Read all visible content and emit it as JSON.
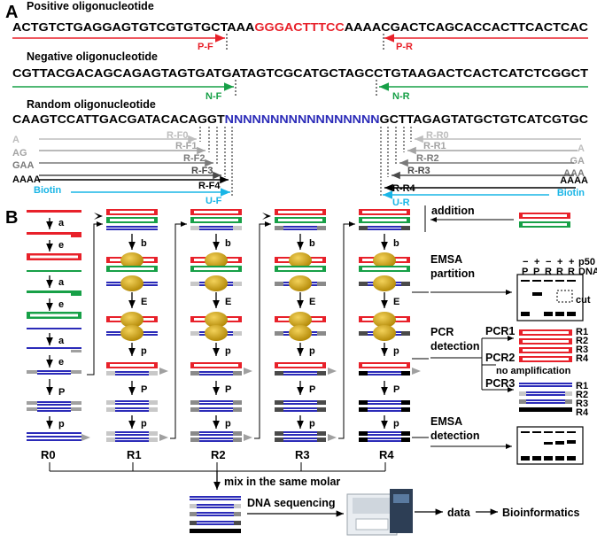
{
  "panel_a": {
    "label": "A",
    "positive": {
      "title": "Positive oligonucleotide",
      "seq_left": "ACTGTCTGAGGAGTGTCGTGTGCTAAA",
      "seq_motif": "GGGACTTTCC",
      "seq_right": "AAAACGACTCAGCACCACTTCACTCAC",
      "primer_f": "P-F",
      "primer_r": "P-R"
    },
    "negative": {
      "title": "Negative oligonucleotide",
      "seq": "CGTTACGACAGCAGAGTAGTGATGATAGTCGCATGCTAGCCTGTAAGACTCACTCATCTCGGCT",
      "primer_f": "N-F",
      "primer_r": "N-R"
    },
    "random": {
      "title": "Random oligonucleotide",
      "seq_left": "CAAGTCCATTGACGATACACAGGT",
      "seq_n": "NNNNNNNNNNNNNNNNN",
      "seq_right": "GCTTAGAGTATGCTGTCATCGTGC",
      "primers": [
        {
          "tag": "A",
          "f": "R-F0",
          "r": "R-R0",
          "rtag": "A",
          "color": "#bdbdbd"
        },
        {
          "tag": "AG",
          "f": "R-F1",
          "r": "R-R1",
          "rtag": "GA",
          "color": "#a3a3a3"
        },
        {
          "tag": "GAA",
          "f": "R-F2",
          "r": "R-R2",
          "rtag": "AAA",
          "color": "#7a7a7a"
        },
        {
          "tag": "AAAA",
          "f": "R-F3",
          "r": "R-R3",
          "rtag": "AAAA",
          "color": "#4a4a4a"
        },
        {
          "tag": "Biotin",
          "f": "R-F4",
          "r": "R-R4",
          "rtag": "Biotin",
          "color": "#000000"
        }
      ],
      "universal_f": "U-F",
      "universal_r": "U-R"
    }
  },
  "panel_b": {
    "label": "B",
    "rounds": [
      "R0",
      "R1",
      "R2",
      "R3",
      "R4"
    ],
    "steps": [
      "a",
      "e",
      "b",
      "E",
      "p",
      "P"
    ],
    "addition": "addition",
    "emsa_partition": "EMSA\npartition",
    "gel_top": {
      "p50": [
        "−",
        "+",
        "−",
        "+",
        "+"
      ],
      "dna": [
        "P",
        "P",
        "R",
        "R",
        "R"
      ],
      "p50_label": "p50",
      "dna_label": "DNA",
      "cut": "cut"
    },
    "pcr_detection": "PCR\ndetection",
    "pcr1": "PCR1",
    "pcr2": "PCR2",
    "pcr3": "PCR3",
    "no_amp": "no amplification",
    "pcr_rounds": [
      "R1",
      "R2",
      "R3",
      "R4"
    ],
    "emsa_detection": "EMSA\ndetection",
    "mix": "mix in the same molar",
    "dna_sequencing": "DNA sequencing",
    "data": "data",
    "bioinformatics": "Bioinformatics"
  },
  "colors": {
    "red": "#e8212a",
    "green": "#17a047",
    "blue": "#2b2bb8",
    "cyan": "#19b5e6",
    "gold": "#c9a20f",
    "grey": "#a0a0a0"
  }
}
